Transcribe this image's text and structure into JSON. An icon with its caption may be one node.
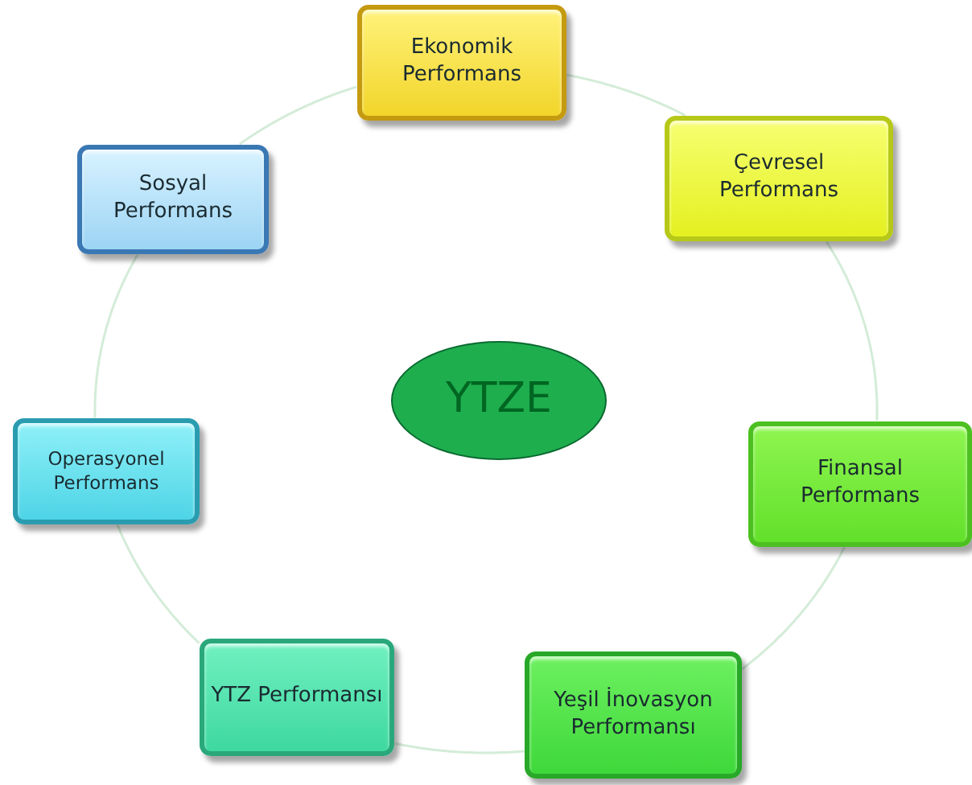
{
  "diagram": {
    "nodes": [
      {
        "text": [
          "YTZE"
        ]
      },
      {
        "text": [
          "Ekonomik Performans"
        ]
      },
      {
        "text": [
          "Çevresel Performans"
        ]
      },
      {
        "text": [
          "Finansal Performans"
        ]
      },
      {
        "text": [
          "Yeşil İnovasyon Performansı"
        ]
      },
      {
        "text": [
          "YTZ Performansı"
        ]
      },
      {
        "text": [
          "Operasyonel Performans"
        ]
      },
      {
        "text": [
          "Sosyal Performans"
        ]
      }
    ],
    "edges": [
      {
        "from": 1,
        "to": 2,
        "arrow": "none"
      },
      {
        "from": 2,
        "to": 3,
        "arrow": "none"
      },
      {
        "from": 3,
        "to": 4,
        "arrow": "none"
      },
      {
        "from": 4,
        "to": 5,
        "arrow": "none"
      },
      {
        "from": 5,
        "to": 6,
        "arrow": "none"
      },
      {
        "from": 6,
        "to": 7,
        "arrow": "none"
      },
      {
        "from": 7,
        "to": 1,
        "arrow": "none"
      }
    ]
  }
}
